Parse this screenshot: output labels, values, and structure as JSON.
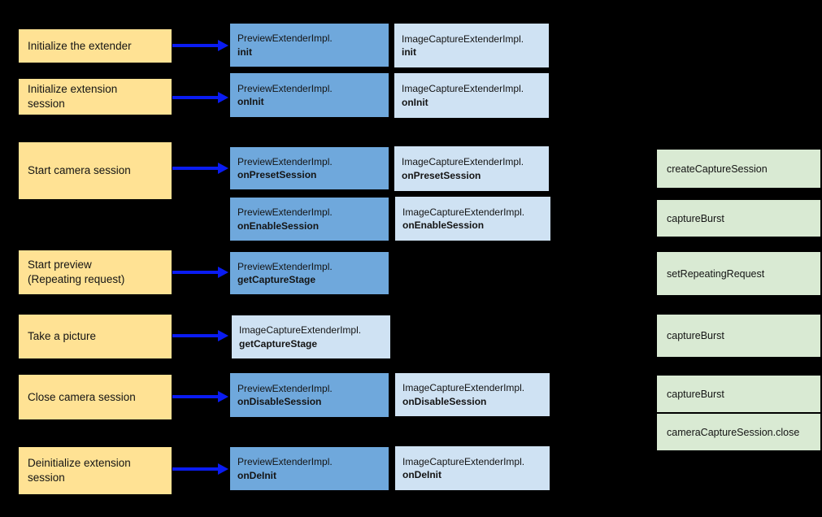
{
  "colors": {
    "background": "#000000",
    "step": "#ffe294",
    "preview": "#6fa8dc",
    "capture": "#cfe2f3",
    "camera2": "#d9ead3",
    "arrow": "#0a1cf2",
    "ink": "#141414"
  },
  "steps": [
    {
      "label": "Initialize the extender"
    },
    {
      "label": "Initialize extension\nsession"
    },
    {
      "label": "Start camera session"
    },
    {
      "label": "Start preview\n(Repeating request)"
    },
    {
      "label": "Take a picture"
    },
    {
      "label": "Close camera session"
    },
    {
      "label": "Deinitialize extension\nsession"
    }
  ],
  "methods": [
    {
      "class": "PreviewExtenderImpl.",
      "method": "init"
    },
    {
      "class": "ImageCaptureExtenderImpl.",
      "method": "init"
    },
    {
      "class": "PreviewExtenderImpl.",
      "method": "onInit"
    },
    {
      "class": "ImageCaptureExtenderImpl.",
      "method": "onInit"
    },
    {
      "class": "PreviewExtenderImpl.",
      "method": "onPresetSession"
    },
    {
      "class": "ImageCaptureExtenderImpl.",
      "method": "onPresetSession"
    },
    {
      "class": "PreviewExtenderImpl.",
      "method": "onEnableSession"
    },
    {
      "class": "ImageCaptureExtenderImpl.",
      "method": "onEnableSession"
    },
    {
      "class": "PreviewExtenderImpl.",
      "method": "getCaptureStage"
    },
    {
      "class": "ImageCaptureExtenderImpl.",
      "method": "getCaptureStage"
    },
    {
      "class": "PreviewExtenderImpl.",
      "method": "onDisableSession"
    },
    {
      "class": "ImageCaptureExtenderImpl.",
      "method": "onDisableSession"
    },
    {
      "class": "PreviewExtenderImpl.",
      "method": "onDeInit"
    },
    {
      "class": "ImageCaptureExtenderImpl.",
      "method": "onDeInit"
    }
  ],
  "camera2": [
    {
      "label": "createCaptureSession"
    },
    {
      "label": "captureBurst"
    },
    {
      "label": "setRepeatingRequest"
    },
    {
      "label": "captureBurst"
    },
    {
      "label": "captureBurst"
    },
    {
      "label": "cameraCaptureSession.close"
    }
  ]
}
